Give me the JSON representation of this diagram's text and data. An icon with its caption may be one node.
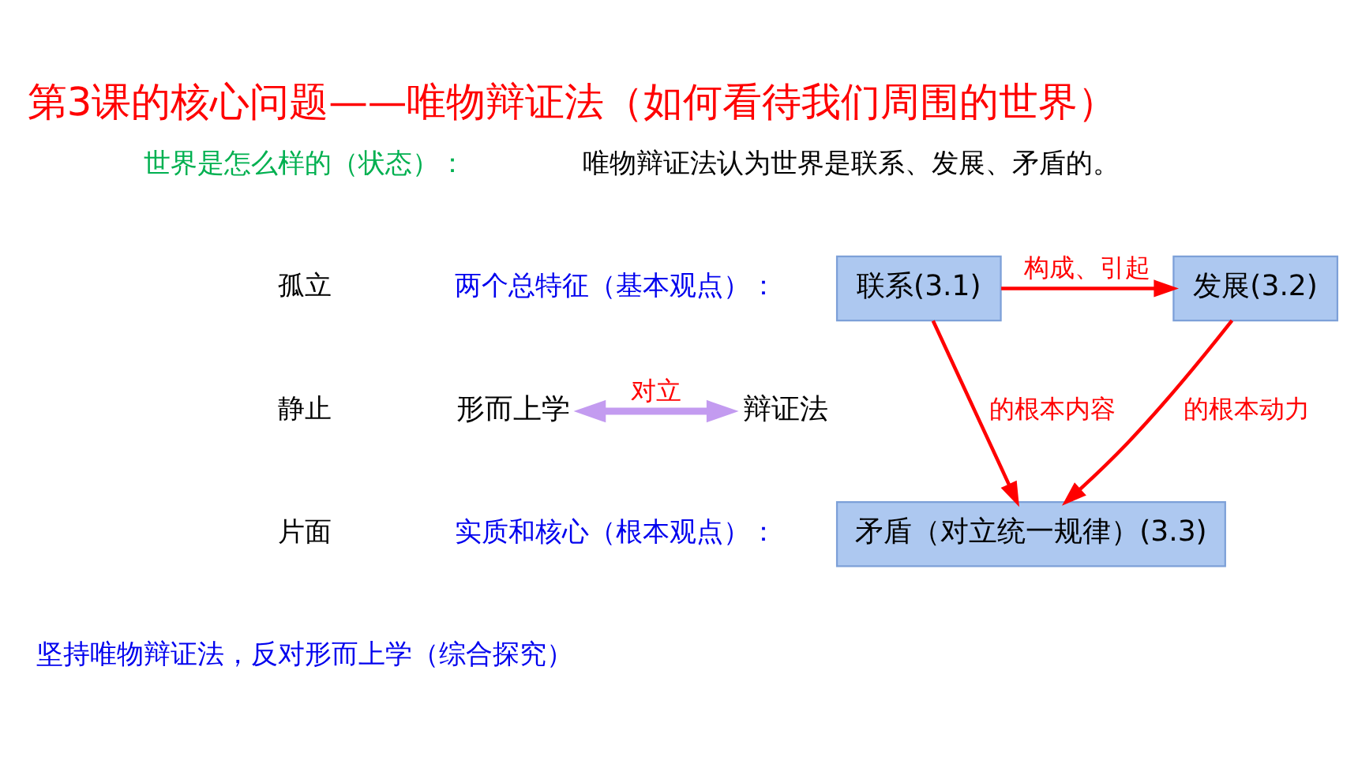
{
  "diagram": {
    "title": "第3课的核心问题——唯物辩证法（如何看待我们周围的世界）",
    "nodes": [
      {
        "text": [
          "联系(3.1)"
        ],
        "beside": [
          "两个总特征（基本观点）："
        ]
      },
      {
        "text": [
          "发展(3.2)"
        ]
      },
      {
        "text": [
          "矛盾（对立统一规律）(3.3)"
        ],
        "beside": [
          "实质和核心（根本观点）："
        ]
      },
      {
        "text": [
          "形而上学"
        ]
      },
      {
        "text": [
          "辩证法"
        ]
      }
    ],
    "edges": [
      {
        "from": 0,
        "to": 1,
        "arrow": "to",
        "label": "构成、引起"
      },
      {
        "from": 0,
        "to": 2,
        "arrow": "to",
        "label": "的根本内容"
      },
      {
        "from": 1,
        "to": 2,
        "arrow": "to",
        "label": "的根本动力"
      },
      {
        "from": 3,
        "to": 4,
        "arrow": "both",
        "label": "对立",
        "style": "thick",
        "color": "#c39bf0"
      }
    ],
    "labels": [
      "世界是怎么样的（状态）：",
      "唯物辩证法认为世界是联系、发展、矛盾的。",
      "孤立",
      "静止",
      "片面",
      "坚持唯物辩证法，反对形而上学（综合探究）"
    ]
  }
}
